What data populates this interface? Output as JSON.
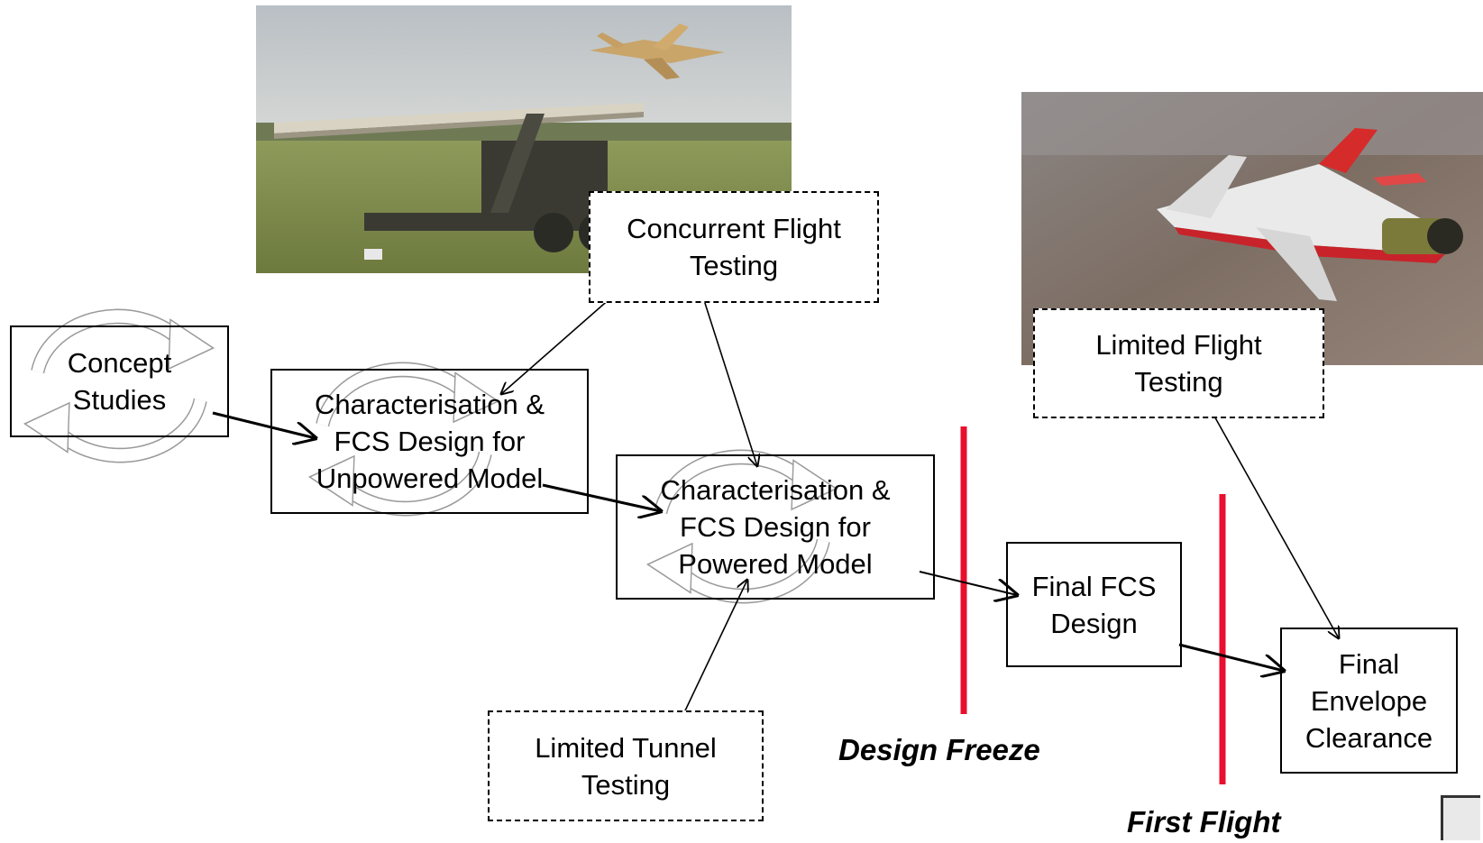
{
  "colors": {
    "freeze_line": "#e8102e",
    "stroke": "#000000",
    "cycle_icon": "#9a9a9a"
  },
  "boxes": {
    "concept": "Concept\nStudies",
    "unpowered": "Characterisation &\nFCS Design for\nUnpowered Model",
    "powered": "Characterisation &\nFCS Design for\nPowered Model",
    "final_fcs": "Final FCS\nDesign",
    "final_envelope": "Final\nEnvelope\nClearance",
    "concurrent_flight": "Concurrent Flight\nTesting",
    "limited_flight": "Limited Flight\nTesting",
    "limited_tunnel": "Limited Tunnel\nTesting"
  },
  "milestones": {
    "design_freeze": "Design Freeze",
    "first_flight": "First Flight"
  },
  "images": {
    "launcher_photo": "photo of an unpowered model aircraft launched from a ramp on a trailer",
    "aircraft_photo": "photo of a jet aircraft in flight over terrain"
  }
}
